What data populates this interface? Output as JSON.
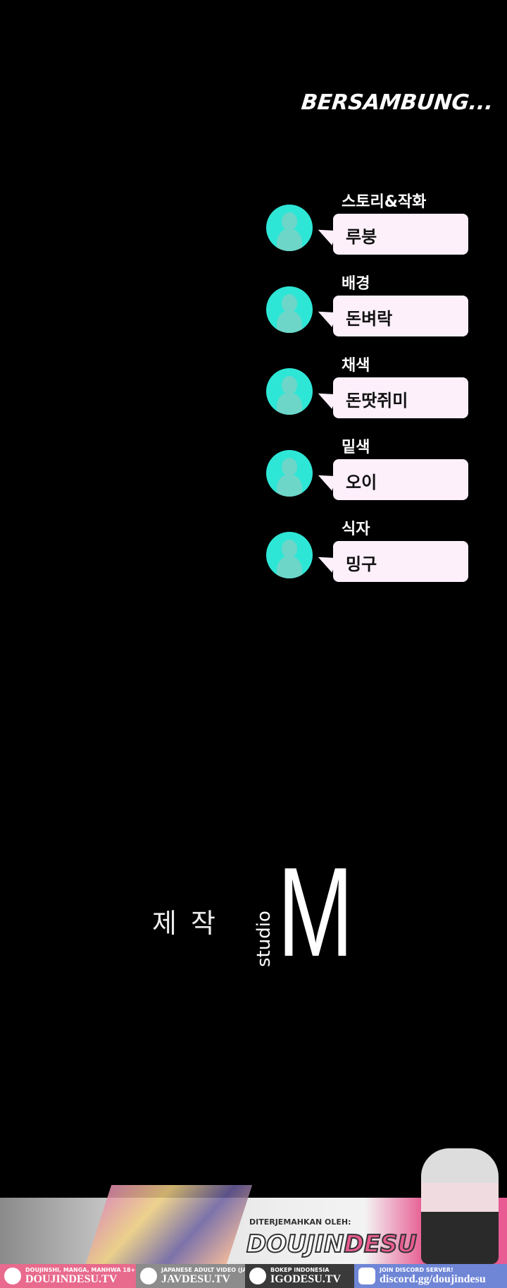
{
  "ending_text": "BERSAMBUNG...",
  "credits": [
    {
      "role": "스토리&작화",
      "name": "루붕"
    },
    {
      "role": "배경",
      "name": "돈벼락"
    },
    {
      "role": "채색",
      "name": "돈땃쥐미"
    },
    {
      "role": "밑색",
      "name": "오이"
    },
    {
      "role": "식자",
      "name": "밍구"
    }
  ],
  "production": {
    "label": "제 작",
    "logo_letter": "M",
    "logo_word": "studio"
  },
  "banner": {
    "translated_by": "DITERJEMAHKAN OLEH:",
    "brand_a": "DOUJIN",
    "brand_b": "DESU",
    "links": [
      {
        "caption": "DOUJINSHI, MANGA, MANHWA 18+",
        "site": "DOUJINDESU.TV",
        "color": "#e86a8c"
      },
      {
        "caption": "JAPANESE ADULT VIDEO (JAV)",
        "site": "JAVDESU.TV",
        "color": "#8c8c8c"
      },
      {
        "caption": "BOKEP INDONESIA",
        "site": "IGODESU.TV",
        "color": "#3a3a3a"
      },
      {
        "caption": "JOIN DISCORD SERVER!",
        "site": "discord.gg/doujindesu",
        "color": "#6f86d6"
      }
    ]
  }
}
